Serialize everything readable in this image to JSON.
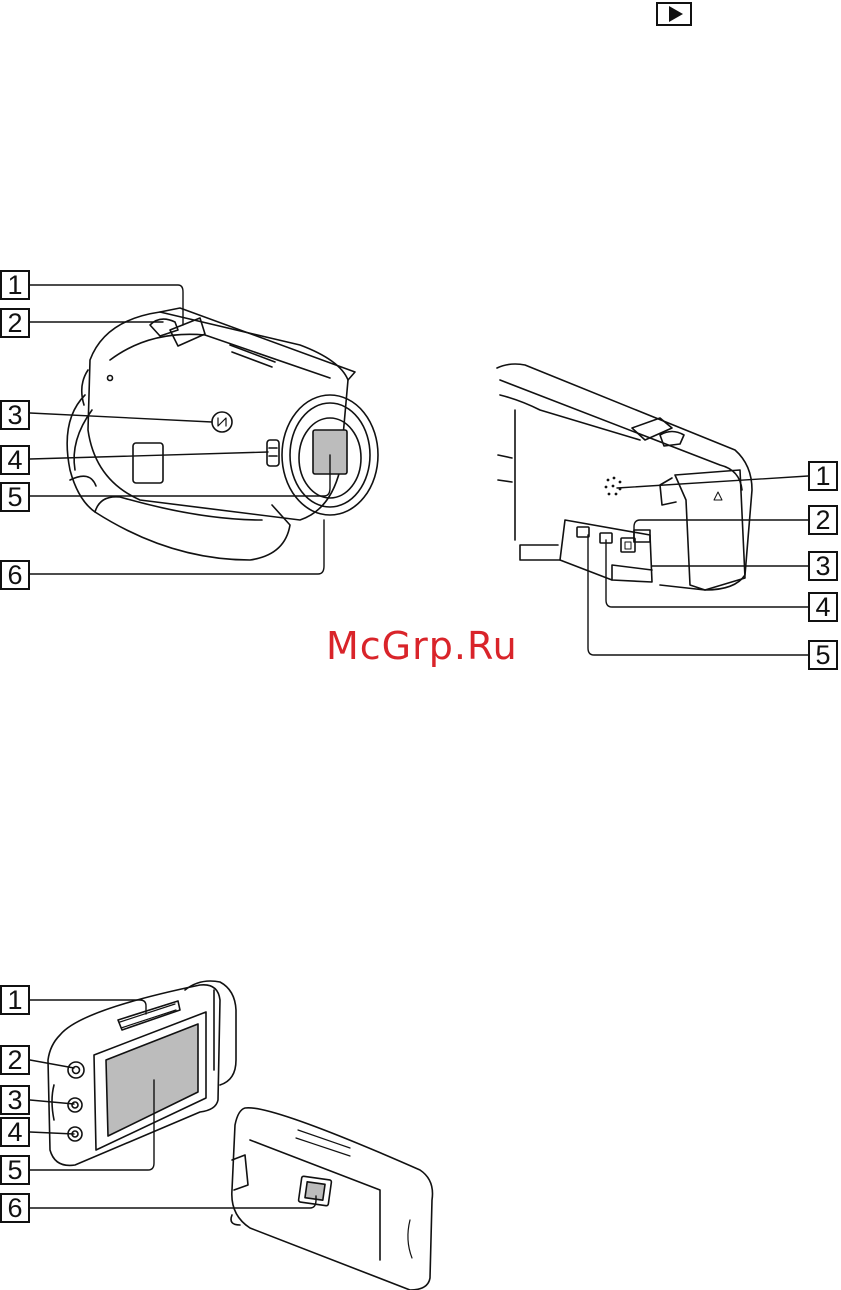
{
  "header": {
    "play_icon": "play-icon"
  },
  "watermark": {
    "text": "McGrp.Ru",
    "color": "#d9242a"
  },
  "figures": {
    "front_view": {
      "callouts": [
        "1",
        "2",
        "3",
        "4",
        "5",
        "6"
      ]
    },
    "rear_view": {
      "callouts": [
        "1",
        "2",
        "3",
        "4",
        "5"
      ]
    },
    "lcd_view": {
      "callouts": [
        "1",
        "2",
        "3",
        "4",
        "5",
        "6"
      ]
    }
  }
}
